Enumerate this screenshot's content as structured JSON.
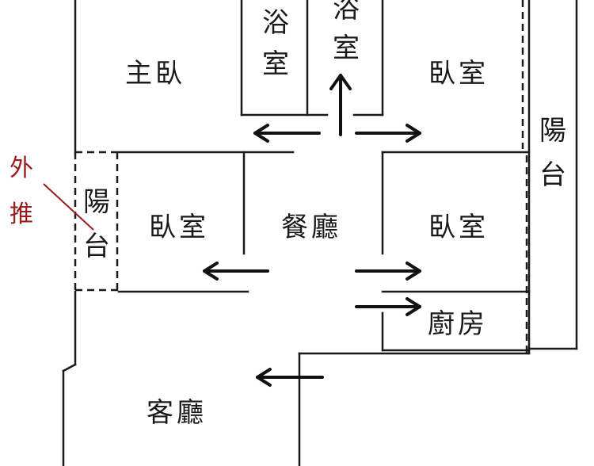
{
  "rooms": {
    "master_bedroom": "主臥",
    "bath_left": "浴室",
    "bath_right": "浴室",
    "bedroom_top_right": "臥室",
    "balcony_right": "陽台",
    "balcony_left": "陽台",
    "bedroom_left": "臥室",
    "dining": "餐廳",
    "bedroom_mid_right": "臥室",
    "kitchen": "廚房",
    "living": "客廳"
  },
  "annotation": {
    "text": "外推",
    "color": "#9b1b1b"
  }
}
